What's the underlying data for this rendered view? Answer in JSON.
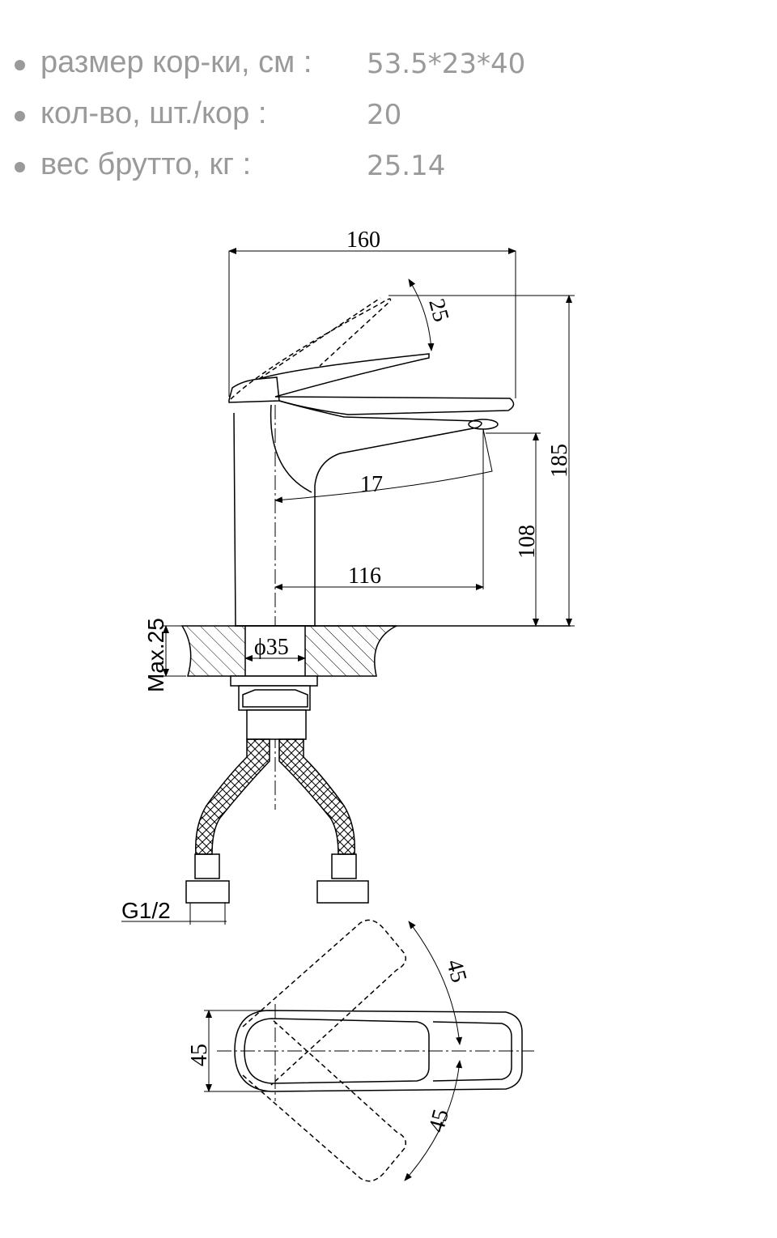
{
  "specs": [
    {
      "label": "размер кор-ки, см :",
      "value": "53.5*23*40"
    },
    {
      "label": "кол-во, шт./кор :",
      "value": "20"
    },
    {
      "label": "вес брутто, кг  :",
      "value": "25.14"
    }
  ],
  "drawing": {
    "dim_width": "160",
    "dim_handle_angle": "25",
    "dim_height": "185",
    "dim_spout_height": "108",
    "dim_spout_radius": "17",
    "dim_spout_reach": "116",
    "dim_diameter": "ϕ35",
    "dim_max_thickness": "Max.25",
    "dim_thread": "G1/2",
    "dim_top_width": "45",
    "dim_rotation_upper": "45",
    "dim_rotation_lower": "45"
  },
  "colors": {
    "text_gray": "#9a9a9a",
    "line": "#000000"
  }
}
